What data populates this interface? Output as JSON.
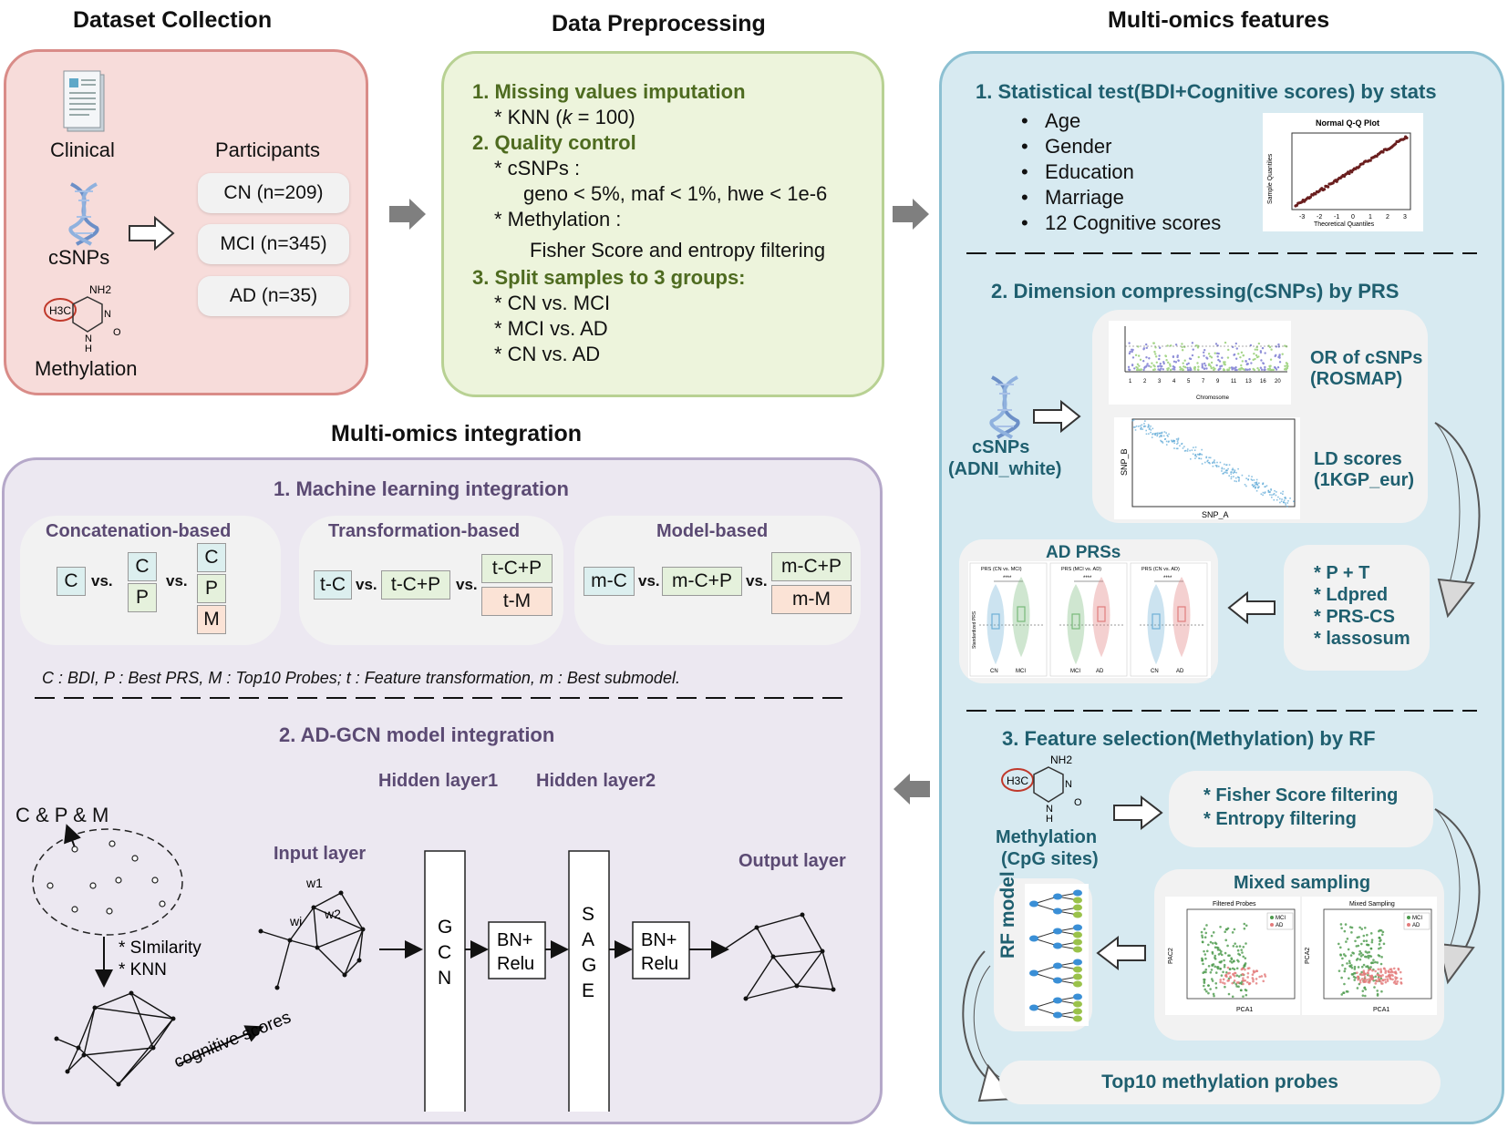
{
  "titles": {
    "dataset": "Dataset Collection",
    "preprocessing": "Data Preprocessing",
    "features": "Multi-omics features",
    "integration": "Multi-omics integration"
  },
  "dataset": {
    "sources": [
      "Clinical",
      "cSNPs",
      "Methylation"
    ],
    "participants_label": "Participants",
    "groups": [
      "CN (n=209)",
      "MCI (n=345)",
      "AD (n=35)"
    ],
    "molecule_labels": {
      "nh2": "NH2",
      "h3c": "H3C",
      "n": "N",
      "h": "H",
      "o": "O"
    }
  },
  "preprocessing": {
    "steps": [
      {
        "heading": "1. Missing values imputation",
        "items": [
          "* KNN (k = 100)"
        ]
      },
      {
        "heading": "2. Quality control",
        "items": [
          "* cSNPs :",
          "geno < 5%, maf < 1%, hwe < 1e-6",
          "* Methylation :",
          "Fisher Score and entropy filtering"
        ]
      },
      {
        "heading": "3. Split samples to 3 groups:",
        "items": [
          "* CN vs. MCI",
          "* MCI vs. AD",
          "* CN vs. AD"
        ]
      }
    ]
  },
  "features": {
    "section1": {
      "title": "1. Statistical test(BDI+Cognitive scores) by stats",
      "bullets": [
        "Age",
        "Gender",
        "Education",
        "Marriage",
        "12 Cognitive scores"
      ],
      "qq_plot": {
        "title": "Normal Q-Q Plot",
        "xlabel": "Theoretical Quantiles",
        "ylabel": "Sample Quantiles",
        "xticks": [
          "-3",
          "-2",
          "-1",
          "0",
          "1",
          "2",
          "3"
        ]
      }
    },
    "section2": {
      "title": "2. Dimension compressing(cSNPs) by PRS",
      "input_label": [
        "cSNPs",
        "(ADNI_white)"
      ],
      "or_label": [
        "OR of cSNPs",
        "(ROSMAP)"
      ],
      "ld_label": [
        "LD scores",
        "(1KGP_eur)"
      ],
      "manhattan": {
        "xlabel": "Chromosome",
        "ticks": [
          "1",
          "2",
          "3",
          "4",
          "5",
          "7",
          "9",
          "11",
          "13",
          "16",
          "20"
        ]
      },
      "ld_plot": {
        "xlabel": "SNP_A",
        "ylabel": "SNP_B"
      },
      "methods": [
        "* P + T",
        "* Ldpred",
        "* PRS-CS",
        "* lassosum"
      ],
      "prs_title": "AD PRSs",
      "violin_panels": [
        {
          "title": "PRS (CN vs. MCI)",
          "groups": [
            "CN",
            "MCI"
          ]
        },
        {
          "title": "PRS (MCI vs. AD)",
          "groups": [
            "MCI",
            "AD"
          ]
        },
        {
          "title": "PRS (CN vs. AD)",
          "groups": [
            "CN",
            "AD"
          ]
        }
      ],
      "violin_ylabel": "Standardized PRS",
      "significance": "****"
    },
    "section3": {
      "title": "3. Feature selection(Methylation) by RF",
      "input_label": [
        "Methylation",
        "(CpG sites)"
      ],
      "filters": [
        "* Fisher Score filtering",
        "* Entropy filtering"
      ],
      "sampling_title": "Mixed sampling",
      "pca_panels": [
        {
          "title": "Filtered Probes",
          "xlabel": "PCA1",
          "ylabel": "PAC2"
        },
        {
          "title": "Mixed Sampling",
          "xlabel": "PCA1",
          "ylabel": "PCA2"
        }
      ],
      "pca_legend": [
        "MCI",
        "AD"
      ],
      "rf_label": "RF model",
      "output": "Top10 methylation probes"
    }
  },
  "integration": {
    "section1_title": "1. Machine learning integration",
    "groups": [
      {
        "title": "Concatenation-based",
        "a": [
          "C"
        ],
        "b": [
          "C",
          "P"
        ],
        "c": [
          "C",
          "P",
          "M"
        ]
      },
      {
        "title": "Transformation-based",
        "a": [
          "t-C"
        ],
        "b": [
          "t-C+P"
        ],
        "c": [
          "t-C+P",
          "t-M"
        ]
      },
      {
        "title": "Model-based",
        "a": [
          "m-C"
        ],
        "b": [
          "m-C+P"
        ],
        "c": [
          "m-C+P",
          "m-M"
        ]
      }
    ],
    "vs": "vs.",
    "legend": "C : BDI, P : Best PRS, M : Top10 Probes; t : Feature transformation, m : Best submodel.",
    "section2_title": "2.  AD-GCN model integration",
    "cpm": "C & P & M",
    "sim_lines": [
      "* SImilarity",
      "*  KNN"
    ],
    "cognitive": "cognitive scores",
    "layers": {
      "input": "Input layer",
      "hidden1": "Hidden layer1",
      "hidden2": "Hidden layer2",
      "output": "Output layer"
    },
    "weights": [
      "w1",
      "w2",
      "wi"
    ],
    "gcn": [
      "G",
      "C",
      "N"
    ],
    "sage": [
      "S",
      "A",
      "G",
      "E"
    ],
    "bn": [
      "BN+",
      "Relu"
    ]
  },
  "colors": {
    "dataset_fill": "#f7dcda",
    "dataset_border": "#d98c88",
    "prep_fill": "#edf4dc",
    "prep_border": "#b8d193",
    "feat_fill": "#d7eaf1",
    "feat_border": "#8cc0d2",
    "integ_fill": "#ece8f1",
    "integ_border": "#b5a8c9",
    "c_box": "#dcefef",
    "p_box": "#e5f1dc",
    "m_box": "#fbe3d6"
  }
}
